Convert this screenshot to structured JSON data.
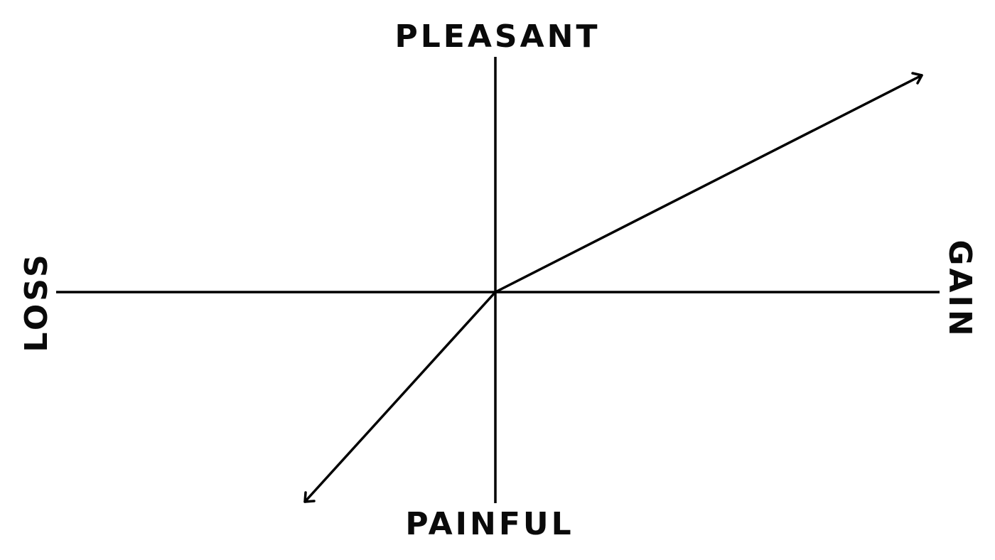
{
  "labels": {
    "top": "PLEASANT",
    "bottom": "PAINFUL",
    "left": "LOSS",
    "right": "GAIN"
  },
  "colors": {
    "background": "#ffffff",
    "ink": "#000000"
  }
}
